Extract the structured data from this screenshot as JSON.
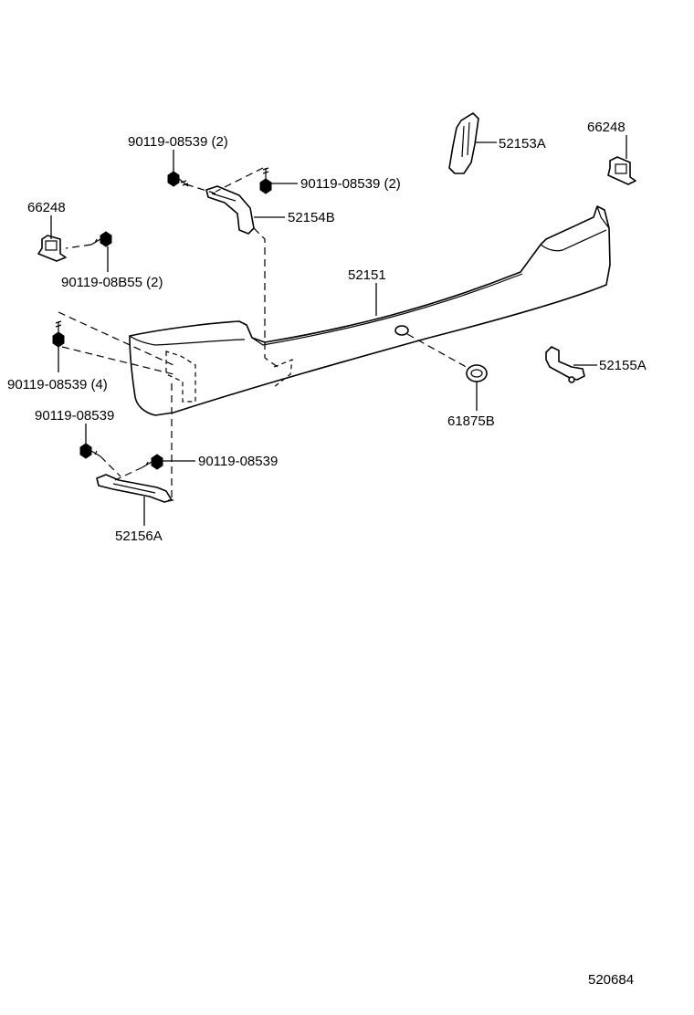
{
  "diagram": {
    "labels": {
      "bolt_top_left": "90119-08539 (2)",
      "bolt_top_right": "90119-08539 (2)",
      "bracket_top_right_1": "52153A",
      "clip_top_right": "66248",
      "clip_left": "66248",
      "bracket_center": "52154B",
      "bolt_left_b55": "90119-08B55 (2)",
      "bumper_cover": "52151",
      "bolt_left_4": "90119-08539 (4)",
      "bracket_right_side": "52155A",
      "bolt_lower_left": "90119-08539",
      "bolt_lower_mid": "90119-08539",
      "grommet": "61875B",
      "bracket_lower": "52156A",
      "figure_code": "520684"
    }
  }
}
